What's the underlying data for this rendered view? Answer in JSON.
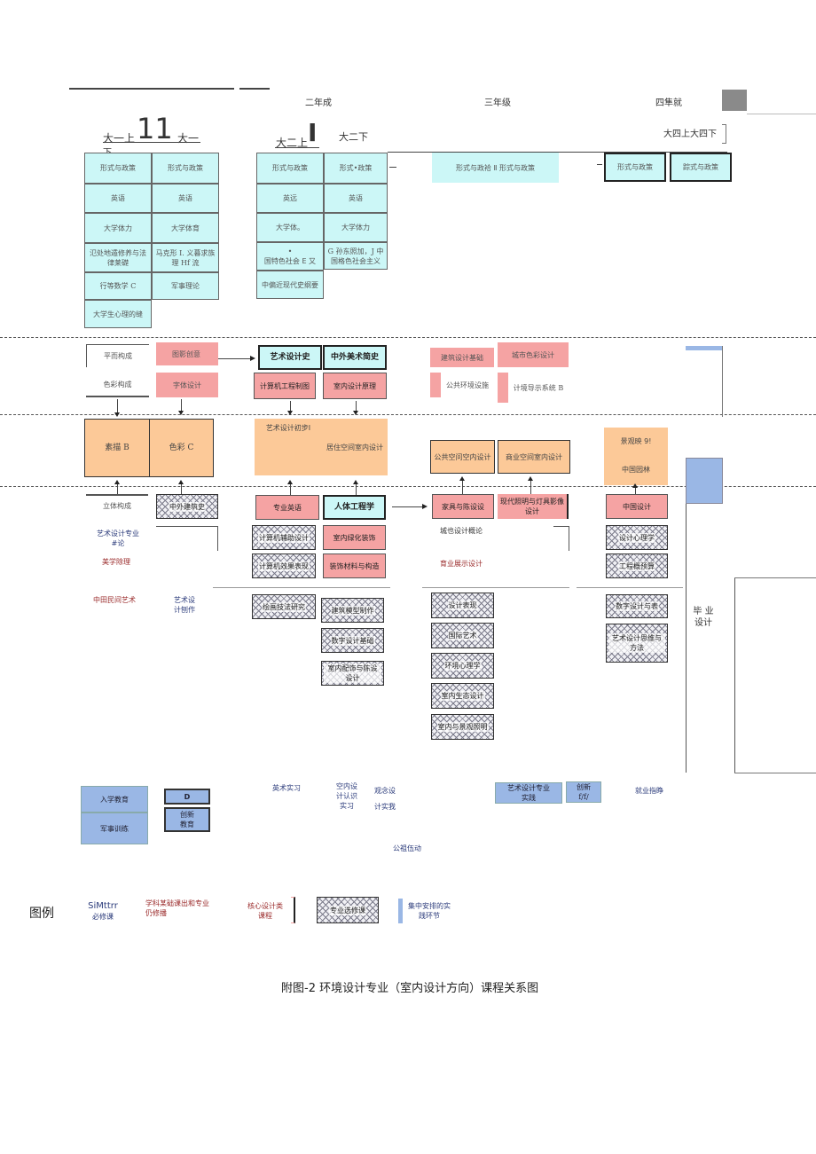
{
  "header": {
    "year2": "二年成",
    "year3": "三年级",
    "year4": "四隼就",
    "sem1a": "大一上",
    "big_11": "11",
    "sem1b": "大一",
    "sem1b2": "下",
    "sem2a": "大二上",
    "big_I": "I",
    "sem2b": "大二下",
    "sem4": "大四上大四下"
  },
  "public_courses": {
    "c1": [
      "形式与政策",
      "英语",
      "大学体力",
      "氾处地遁修养与法律莱礎",
      "行等数学 C",
      "大学生心理的缝"
    ],
    "c2": [
      "形式与政策",
      "英语",
      "大学体育",
      "马克形 I. 义暮求族理 Hf 流",
      "军事理论"
    ],
    "c3": [
      "形式与政策",
      "英远",
      "大学体。",
      "•\n国特色社会 E 又",
      "中偏近现代史纲要"
    ],
    "c4": [
      "形式•政策",
      "英语",
      "大学体力",
      "G 孙东照加，J 中国格色社会主义"
    ],
    "y3": "形式与政袷 Ⅱ 形式与政策",
    "y4a": "形式与政策",
    "y4b": "踪式与政策"
  },
  "row2": {
    "a1": "平而构成",
    "a2": "色彩构成",
    "b1": "图影创意",
    "b2": "字体设计",
    "c1": "艺术设计史",
    "c2": "计算机工程制图",
    "d1": "中外美术简史",
    "d2": "室内设计原理",
    "e1": "建筑设计基础",
    "e2": "公共环境设施",
    "f1": "城市色彩设计",
    "f2": "计境导示系统 B"
  },
  "row3": {
    "a": "素描 B",
    "b": "色彩 C",
    "c": "艺术设计初步Ⅰ",
    "d": "居住空间室内设计",
    "e": "公共空问空内设计",
    "f": "商业空间室内设计",
    "g1": "景观映 9!",
    "g2": "中国园林"
  },
  "row4": {
    "a1": "立体构成",
    "a2": "艺术设计专业\n#论",
    "a3": "美学除理",
    "a4": "中田民间艺术",
    "b1": "中外建筑史",
    "b2": "艺术设\n计刨作",
    "c1": "专业英语",
    "c2": "计算机辅助设计",
    "c3": "计算机效果表现",
    "c4": "绘画技法研究",
    "d1": "人体工程学",
    "d2": "室内绿化装饰",
    "d3": "装饰材料与构造",
    "d4": "建筑模型制作",
    "d5": "数字设计基础",
    "d6": "室内配饰与陈设设计",
    "e1": "家具与陈设设",
    "e2": "城也设计概论",
    "e3": "育业展示设计",
    "e4": "设计表现",
    "e5": "国际艺术",
    "e6": "环境心理学",
    "e7": "室内生态设计",
    "e8": "室内与景观照明",
    "f1": "现代照明与灯具影像设计",
    "g1": "中国设计",
    "g2": "设计心理学",
    "g3": "工程概预算",
    "g4": "数字设计与表",
    "g5": "艺术设计思维与方法",
    "grad": "毕 业\n设计"
  },
  "practice": {
    "p1": "入学教育",
    "p2": "军事训练",
    "p3": "D",
    "p4": "创新\n教育",
    "p5": "英术实习",
    "p6": "空内设\n计认识\n实习",
    "p7": "观念设",
    "p8": "计实我",
    "p9": "艺术设计专业\n实践",
    "p10": "创新\nf/f/",
    "p11": "就业指睁",
    "p12": "公祖伍动"
  },
  "legend": {
    "title": "图例",
    "l1a": "SiMttrr",
    "l1b": "必修课",
    "l2": "学科某础课出和专业\n仍修播",
    "l3": "核心设计类\n课程",
    "l4": "专业选修课",
    "l5": "集中安排的实\n践环节"
  },
  "caption": "附图-2 环境设计专业（室内设计方向）课程关系图",
  "colors": {
    "cyan": "#ccf7f7",
    "pink": "#f5a3a3",
    "orange": "#fcc998",
    "blue": "#9ab7e5"
  }
}
